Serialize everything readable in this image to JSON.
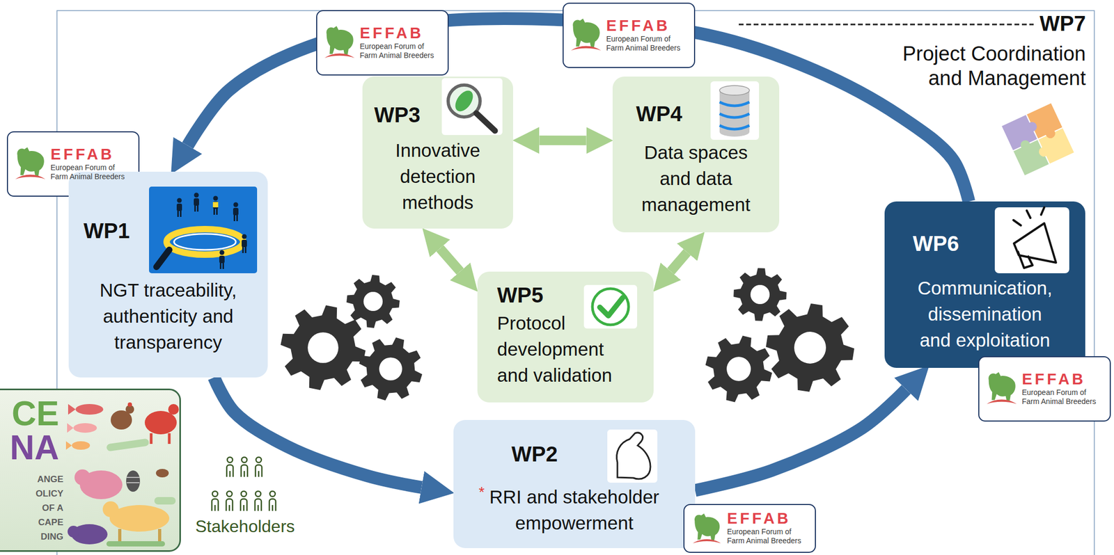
{
  "diagram": {
    "nodes": [
      {
        "text": [
          "EFFAB",
          "European Forum of Farm Animal Breeders"
        ]
      },
      {
        "text": [
          "EFFAB",
          "European Forum of Farm Animal Breeders"
        ]
      },
      {
        "text": [
          "WP3",
          "Innovative detection methods"
        ]
      },
      {
        "text": [
          "WP4",
          "Data spaces and data management"
        ]
      },
      {
        "text": [
          "EFFAB",
          "European Forum of Farm Animal Breeders"
        ]
      },
      {
        "text": [
          "WP1",
          "NGT traceability, authenticity and transparency"
        ]
      },
      {
        "text": [
          "WP5",
          "Protocol development and validation"
        ]
      },
      {
        "text": [
          "WP6",
          "Communication, dissemination and exploitation"
        ]
      },
      {
        "text": [
          "EFFAB",
          "European Forum of Farm Animal Breeders"
        ]
      },
      {
        "text": [
          "CE NA",
          "ANGE OLICY OF A CAPE DING"
        ]
      },
      {
        "text": [
          "WP2",
          "RRI and stakeholder empowerment"
        ]
      },
      {
        "text": [
          "EFFAB",
          "European Forum of Farm Animal Breeders"
        ]
      }
    ],
    "edges": [
      {
        "from": 2,
        "to": 3,
        "arrow": "both"
      },
      {
        "from": 2,
        "to": 6,
        "arrow": "both"
      },
      {
        "from": 3,
        "to": 6,
        "arrow": "both"
      },
      {
        "from": 7,
        "to": 5,
        "arrow": "to"
      },
      {
        "from": 5,
        "to": 10,
        "arrow": "to"
      },
      {
        "from": 10,
        "to": 7,
        "arrow": "to"
      }
    ],
    "labels": [
      "WP7",
      "Project Coordination and Management",
      "*",
      "Stakeholders"
    ]
  }
}
